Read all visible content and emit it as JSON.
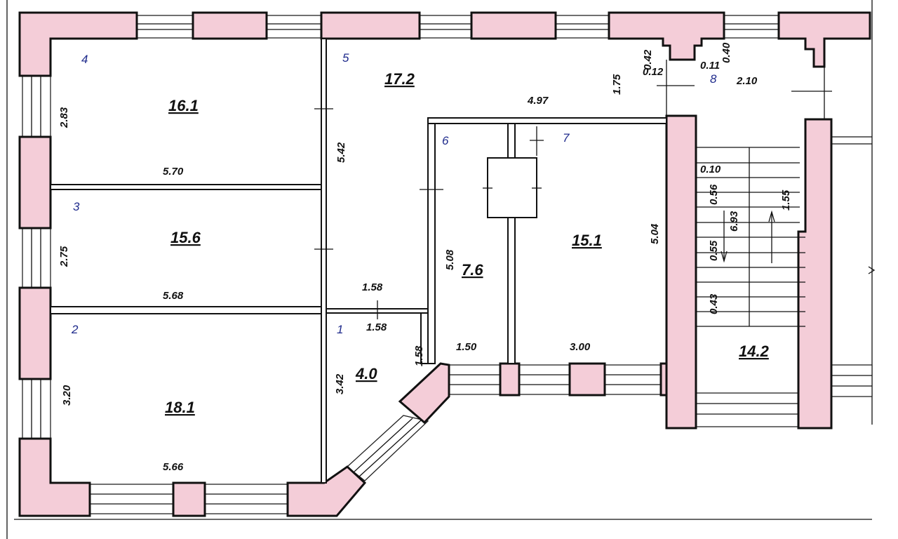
{
  "rooms": [
    {
      "number": "1",
      "area": "4.0"
    },
    {
      "number": "2",
      "area": "18.1"
    },
    {
      "number": "3",
      "area": "15.6"
    },
    {
      "number": "4",
      "area": "16.1"
    },
    {
      "number": "5",
      "area": "17.2"
    },
    {
      "number": "6",
      "area": "7.6"
    },
    {
      "number": "7",
      "area": "15.1"
    },
    {
      "number": "8",
      "area": "14.2"
    }
  ],
  "dimensions": {
    "r4_w": "5.70",
    "r4_h": "2.83",
    "r3_w": "5.68",
    "r3_h": "2.75",
    "r2_w": "5.66",
    "r2_h": "3.20",
    "r5_h": "5.42",
    "r5_w": "1.58",
    "r5_top": "4.97",
    "r5_side": "1.75",
    "r1_w": "1.58",
    "r1_h": "3.42",
    "r1_side": "1.58",
    "r6_h": "5.08",
    "r6_w": "1.50",
    "r7_w": "3.00",
    "r7_h": "5.04",
    "s_042": "0.42",
    "s_012": "0.12",
    "s_011": "0.11",
    "s_040": "0.40",
    "s_210": "2.10",
    "s_010": "0.10",
    "s_056": "0.56",
    "s_693": "6.93",
    "s_155": "1.55",
    "s_055": "0.55",
    "s_043": "0.43"
  },
  "colors": {
    "wall": "#f4cdd8",
    "room_number": "#1f2b8c"
  }
}
